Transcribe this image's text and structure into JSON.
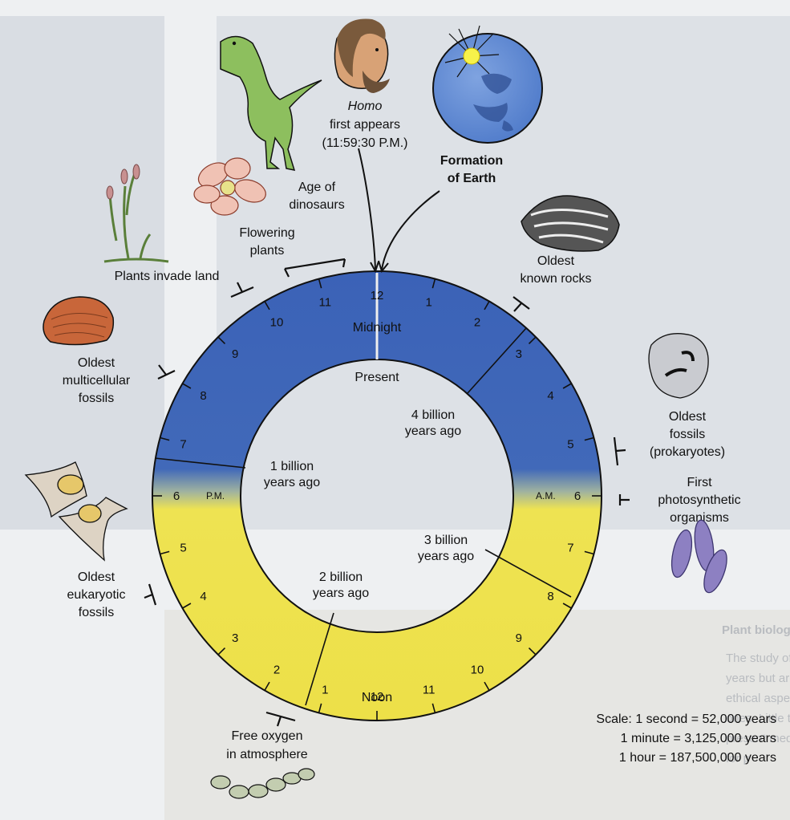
{
  "clock": {
    "hours_am": [
      "12",
      "1",
      "2",
      "3",
      "4",
      "5",
      "6",
      "7",
      "8",
      "9",
      "10",
      "11"
    ],
    "hours_pm": [
      "12",
      "1",
      "2",
      "3",
      "4",
      "5",
      "6",
      "7",
      "8",
      "9",
      "10",
      "11"
    ],
    "midnight": "Midnight",
    "noon": "Noon",
    "am": "A.M.",
    "pm": "P.M.",
    "present": "Present",
    "colors": {
      "blue": "#3d64b8",
      "yellow": "#ede251",
      "outline": "#111111"
    }
  },
  "eras": {
    "b4": [
      "4 billion",
      "years ago"
    ],
    "b3": [
      "3 billion",
      "years ago"
    ],
    "b2": [
      "2 billion",
      "years ago"
    ],
    "b1": [
      "1 billion",
      "years ago"
    ]
  },
  "events": {
    "homo": [
      "Homo",
      "first appears",
      "(11:59:30 P.M.)"
    ],
    "earth": [
      "Formation",
      "of Earth"
    ],
    "rocks": [
      "Oldest",
      "known rocks"
    ],
    "prokaryotes": [
      "Oldest",
      "fossils",
      "(prokaryotes)"
    ],
    "photosynthetic": [
      "First",
      "photosynthetic",
      "organisms"
    ],
    "oxygen": [
      "Free oxygen",
      "in atmosphere"
    ],
    "eukaryotic": [
      "Oldest",
      "eukaryotic",
      "fossils"
    ],
    "multicellular": [
      "Oldest",
      "multicellular",
      "fossils"
    ],
    "plants_land": [
      "Plants invade land"
    ],
    "flowering": [
      "Flowering",
      "plants"
    ],
    "dinosaurs": [
      "Age of",
      "dinosaurs"
    ]
  },
  "scale": [
    "Scale: 1 second = 52,000 years",
    "1 minute = 3,125,000 years",
    "1 hour = 187,500,000 years"
  ],
  "background_text": [
    "Plant biology in",
    "The study of pl",
    "years but are a",
    "ethical aspect",
    "ones. Little th",
    "present medic",
    "for p"
  ]
}
